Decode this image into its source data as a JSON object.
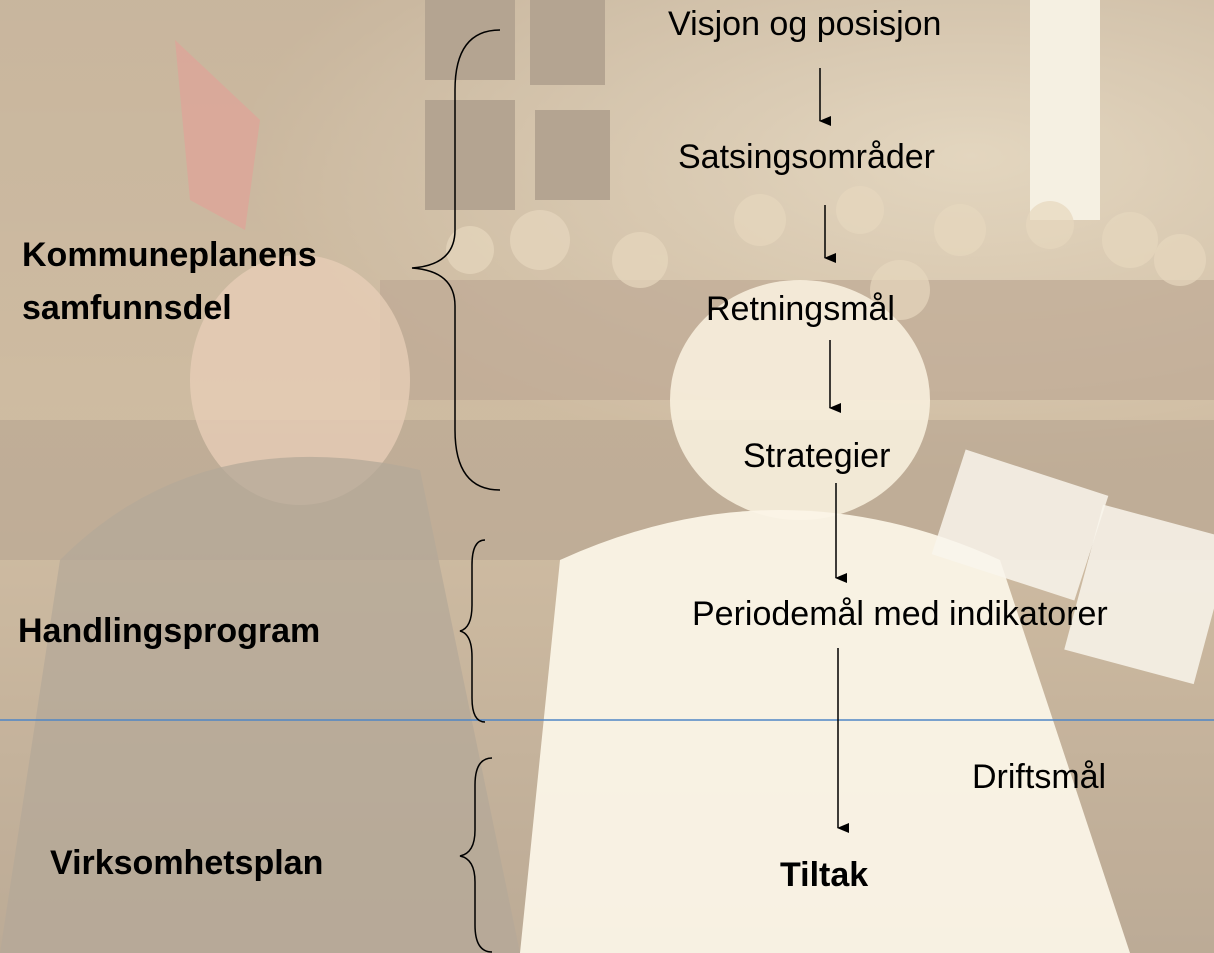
{
  "sections": {
    "samfunnsdel": "Kommuneplanens samfunnsdel",
    "samfunnsdel_line1": "Kommuneplanens",
    "samfunnsdel_line2": "samfunnsdel",
    "handlingsprogram": "Handlingsprogram",
    "virksomhetsplan": "Virksomhetsplan"
  },
  "steps": [
    "Visjon og posisjon",
    "Satsingsområder",
    "Retningsmål",
    "Strategier",
    "Periodemål med indikatorer",
    "Tiltak"
  ],
  "side_note": "Driftsmål",
  "colors": {
    "divider": "#4f86c6",
    "text": "#000000"
  }
}
